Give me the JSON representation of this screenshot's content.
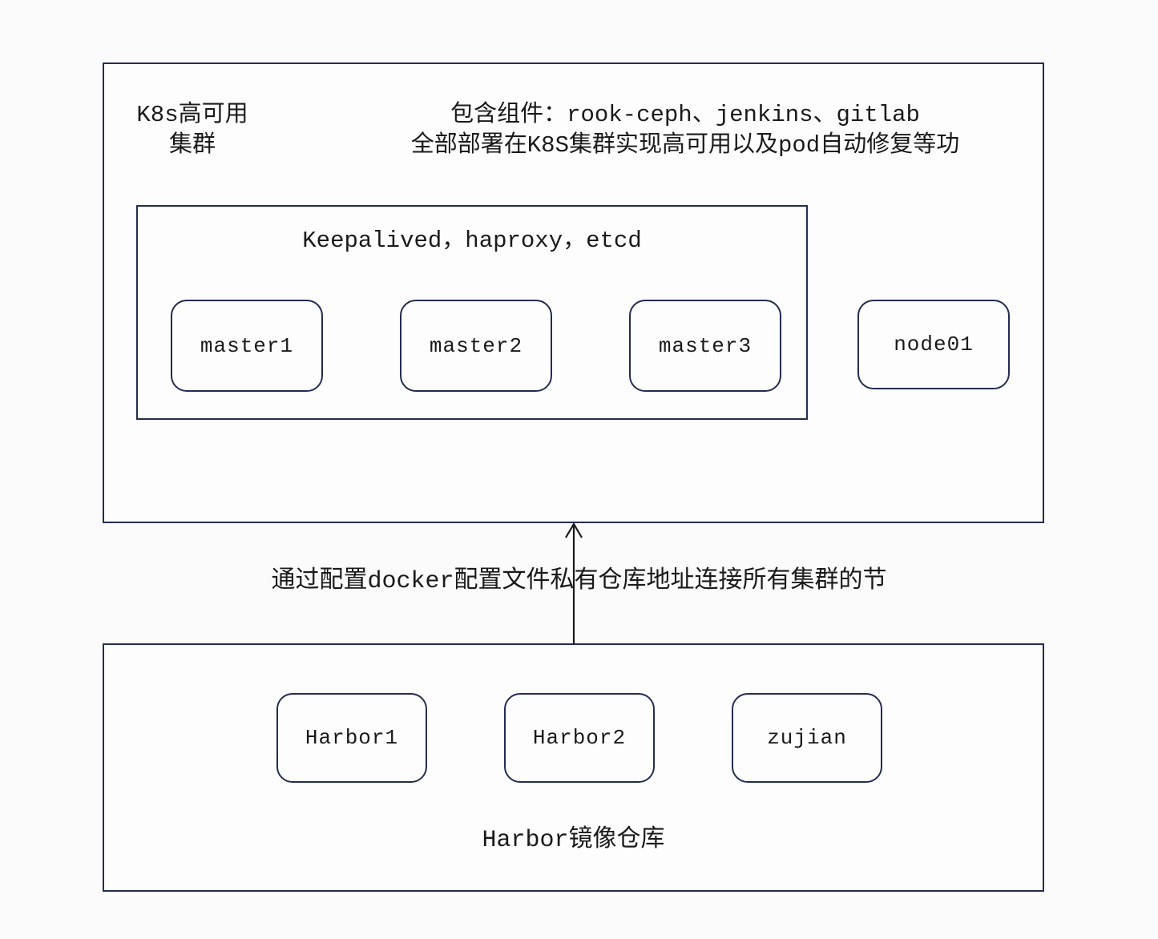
{
  "k8s_cluster": {
    "title_line1": "K8s高可用",
    "title_line2": "集群",
    "components_line1": "包含组件：rook-ceph、jenkins、gitlab",
    "components_line2": "全部部署在K8S集群实现高可用以及pod自动修复等功",
    "inner_group": {
      "title": "Keepalived，haproxy，etcd",
      "nodes": [
        "master1",
        "master2",
        "master3"
      ]
    },
    "worker_node": "node01"
  },
  "connection": {
    "label": "通过配置docker配置文件私有仓库地址连接所有集群的节",
    "arrow_icon": "up-arrow-icon"
  },
  "harbor_cluster": {
    "nodes": [
      "Harbor1",
      "Harbor2",
      "zujian"
    ],
    "label": "Harbor镜像仓库"
  },
  "colors": {
    "border": "#232c54",
    "text": "#1a1a1a",
    "background": "#fbfbfb"
  }
}
